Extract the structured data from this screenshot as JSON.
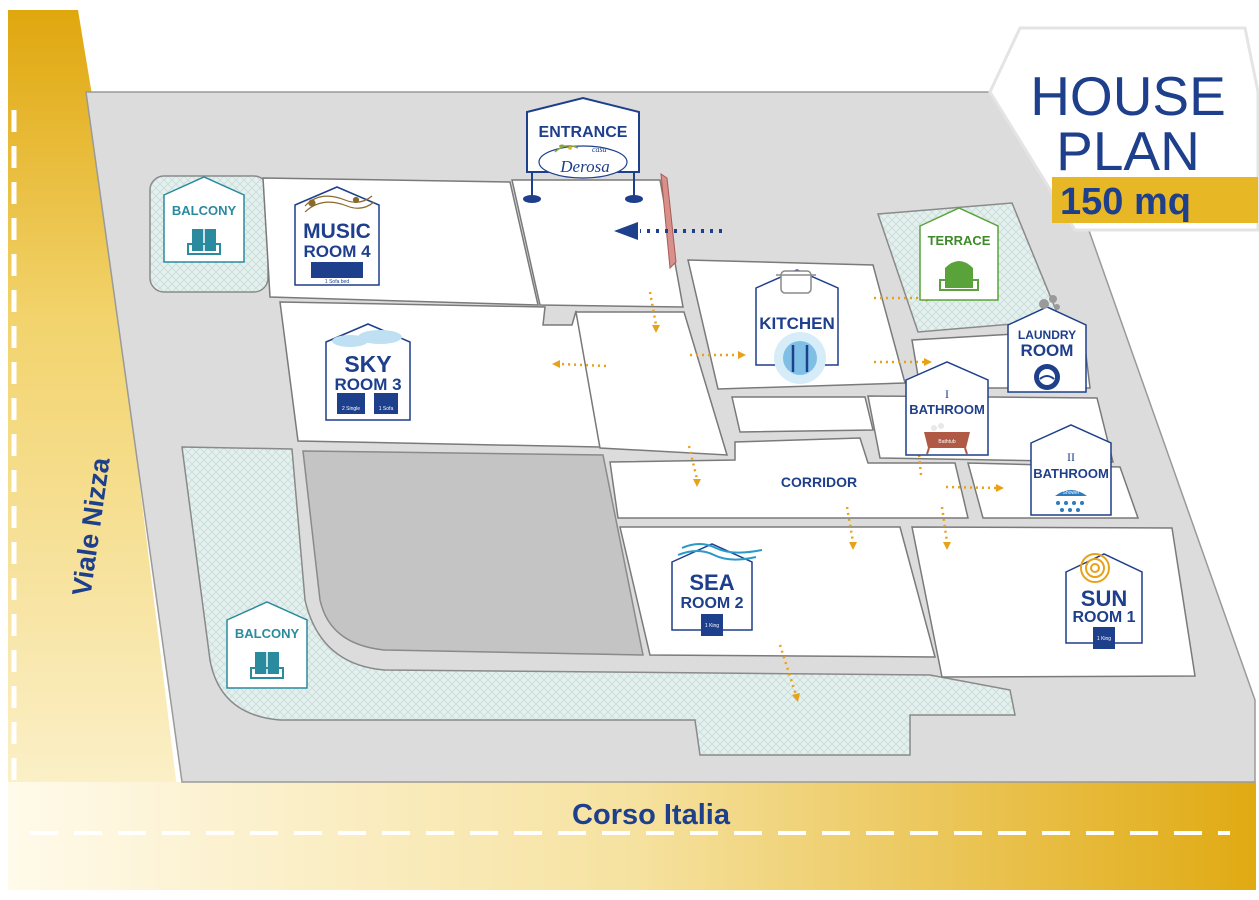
{
  "title": {
    "house": "HOUSE",
    "plan": "PLAN",
    "area": "150 mq"
  },
  "streets": {
    "side": "Viale Nizza",
    "bottom": "Corso Italia"
  },
  "entrance": {
    "label": "ENTRANCE",
    "brand_small": "casa",
    "brand": "Derosa"
  },
  "rooms": {
    "music": {
      "line1": "MUSIC",
      "line2": "ROOM 4",
      "bed": "1 Sofa bed"
    },
    "sky": {
      "line1": "SKY",
      "line2": "ROOM 3",
      "bed_a": "2 Single",
      "bed_b": "1 Sofa"
    },
    "sea": {
      "line1": "SEA",
      "line2": "ROOM 2",
      "bed": "1 King"
    },
    "sun": {
      "line1": "SUN",
      "line2": "ROOM 1",
      "bed": "1 King"
    },
    "kitchen": {
      "label": "KITCHEN"
    },
    "laundry": {
      "line1": "LAUNDRY",
      "line2": "ROOM"
    },
    "bath1": {
      "numeral": "I",
      "label": "BATHROOM",
      "fixture": "Bathtub"
    },
    "bath2": {
      "numeral": "II",
      "label": "BATHROOM",
      "fixture": "Shower"
    },
    "corridor": {
      "label": "CORRIDOR"
    },
    "terrace": {
      "label": "TERRACE"
    },
    "balcony_top": {
      "label": "BALCONY"
    },
    "balcony_bottom": {
      "label": "BALCONY"
    }
  },
  "colors": {
    "gold": "#e0b020",
    "navy": "#1e3f8c",
    "teal": "#2a8a9e",
    "green": "#5aa33a",
    "arrow": "#e8a21a"
  },
  "icons": [
    "music-notes-icon",
    "sofa-icon",
    "cloud-icon",
    "bed-icon",
    "wave-icon",
    "sun-icon",
    "pot-icon",
    "cutlery-icon",
    "washing-machine-icon",
    "bathtub-icon",
    "shower-icon",
    "balcony-door-icon",
    "terrace-door-icon",
    "olive-branch-icon"
  ]
}
